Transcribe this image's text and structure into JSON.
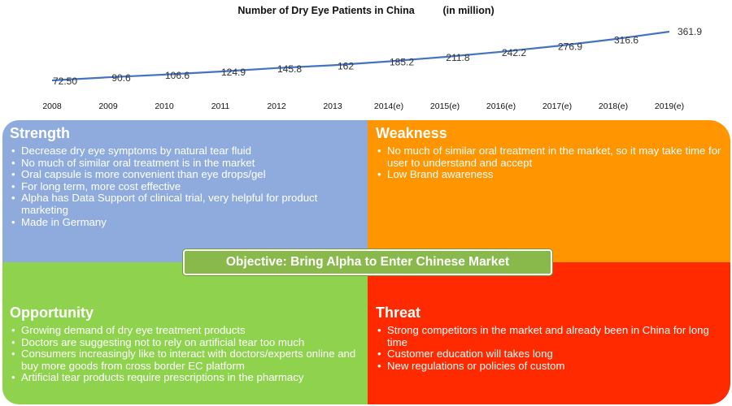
{
  "chart_data": {
    "type": "line",
    "title": "Number of Dry Eye Patients in China          (in million)",
    "categories": [
      "2008",
      "2009",
      "2010",
      "2011",
      "2012",
      "2013",
      "2014(e)",
      "2015(e)",
      "2016(e)",
      "2017(e)",
      "2018(e)",
      "2019(e)"
    ],
    "values": [
      72.5,
      90.6,
      106.6,
      124.9,
      145.8,
      162,
      185.2,
      211.8,
      242.2,
      276.9,
      316.6,
      361.9
    ],
    "value_labels": [
      "72.50",
      "90.6",
      "106.6",
      "124.9",
      "145.8",
      "162",
      "185.2",
      "211.8",
      "242.2",
      "276.9",
      "316.6",
      "361.9"
    ],
    "line_color": "#4472c4",
    "grid": false,
    "legend": "none"
  },
  "swot": {
    "strength": {
      "title": "Strength",
      "color": "#8fabde",
      "items": [
        "Decrease dry eye symptoms by natural tear fluid",
        "No much of similar oral treatment is in the market",
        "Oral capsule is more convenient than eye drops/gel",
        "For long term, more cost effective",
        "Alpha has Data Support of clinical trial, very helpful for product marketing",
        "Made in Germany"
      ]
    },
    "weakness": {
      "title": "Weakness",
      "color": "#ff9500",
      "items": [
        "No much of similar oral treatment in the market, so it may take time for user to understand and accept",
        "Low Brand awareness"
      ]
    },
    "opportunity": {
      "title": "Opportunity",
      "color": "#8ed24e",
      "items": [
        "Growing demand of dry eye treatment products",
        "Doctors are suggesting not to rely on artificial tear too much",
        "Consumers increasingly like to interact with doctors/experts online and buy more goods from cross border EC platform",
        "Artificial tear products require prescriptions in the pharmacy"
      ]
    },
    "threat": {
      "title": "Threat",
      "color": "#ff2a00",
      "items": [
        "Strong competitors in the market and already been in China for long time",
        "Customer education will takes long",
        "New regulations or policies of custom"
      ]
    },
    "objective": "Objective: Bring Alpha to Enter Chinese Market"
  }
}
